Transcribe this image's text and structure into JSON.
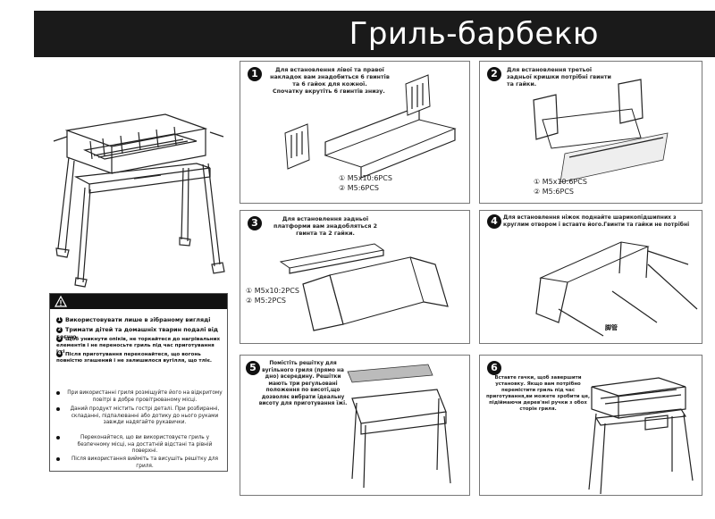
{
  "header": {
    "title": "Гриль-барбекю"
  },
  "steps": [
    {
      "num": "1",
      "text": "Для встановлення лівої та правої накладок вам знадобиться 6 гвинтів та 6 гайок для кожної.",
      "subtext": "Спочатку вкрутіть 6 гвинтів знизу.",
      "specs": [
        "① M5x10:6PCS",
        "② M5:6PCS"
      ]
    },
    {
      "num": "2",
      "text": "Для встановлення третьої задньої кришки потрібні гвинти та гайки.",
      "specs": [
        "① M5x10:6PCS",
        "② M5:6PCS"
      ]
    },
    {
      "num": "3",
      "text": "Для встановлення задньої платформи вам знадобляться 2 гвинта та 2 гайки.",
      "specs": [
        "① M5x10:2PCS",
        "② M5:2PCS"
      ]
    },
    {
      "num": "4",
      "text": "Для встановлення ніжок поднайте шарикопідшипних з круглим отвором і вставте його.Гвинти та гайки не потрібні",
      "label": "脚管"
    },
    {
      "num": "5",
      "text": "Помістіть решітку для вугільного гриля (прямо на дно) всередину. Решітки мають три регульовані положення по висоті,що дозволяє вибрати ідеальну висоту для приготування їжі."
    },
    {
      "num": "6",
      "text": "Вставте гачки, щоб завершити установку. Якщо вам потрібно перемістити гриль під час приготування,ви можете зробити це, підіймаючи дерев'яні ручки з обох сторін гриля."
    }
  ],
  "warnings": {
    "items": [
      "Використовувати лише в зібраному вигляді",
      "Тримати дітей та домашніх тварин подалі від вогню",
      "Щоб уникнути опіків, не торкайтеся до нагрівальних елементів і не переносьте гриль під час приготування їжі",
      "Після приготування переконайтеся, що вогонь повністю згашений і не залишилося вугілля, що тліє."
    ],
    "bullets": [
      "При використанні гриля розміщуйте його на відкритому повітрі в добре провітрюваному місці.",
      "Даний продукт містить гострі деталі. При розбиранні, складанні, підпалюванні або дотику до нього руками завжди надягайте рукавички.",
      "Переконайтеся, що ви використовуєте гриль у безпечному місці, на достатній відстані та рівній поверхні.",
      "Після використання вийміть та висушіть решітку для гриля."
    ]
  },
  "colors": {
    "header_bg": "#1a1a1a",
    "header_text": "#ffffff"
  }
}
